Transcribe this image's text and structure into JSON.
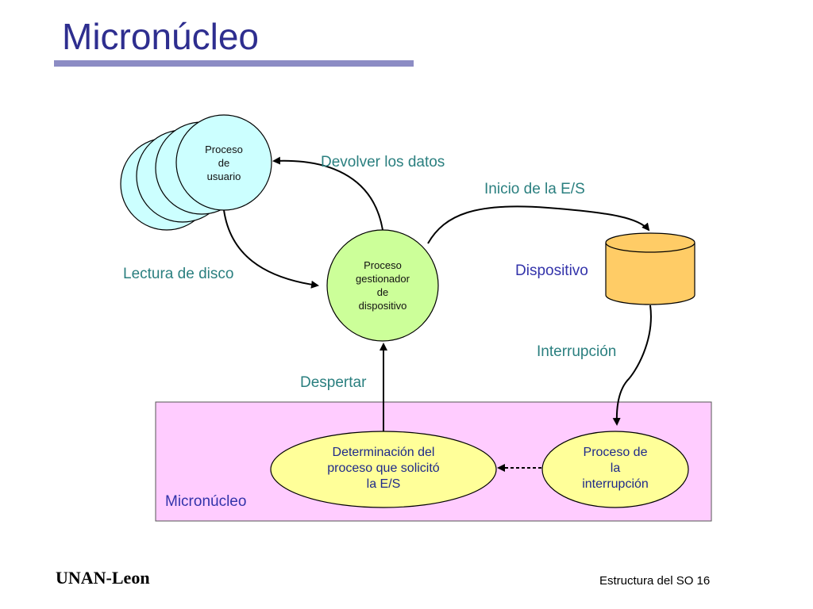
{
  "slide": {
    "title": "Micronúcleo",
    "footer_left": "UNAN-Leon",
    "footer_right": "Estructura del SO 16"
  },
  "nodes": {
    "user_process": [
      "Proceso",
      "de",
      "usuario"
    ],
    "device_manager": [
      "Proceso",
      "gestionador",
      "de",
      "dispositivo"
    ],
    "determine_process": [
      "Determinación del",
      "proceso que solicitó",
      "la E/S"
    ],
    "interrupt_process": [
      "Proceso de",
      "la",
      "interrupción"
    ],
    "device_label": "Dispositivo"
  },
  "edges": {
    "return_data": "Devolver los datos",
    "io_start": "Inicio de la E/S",
    "disk_read": "Lectura de disco",
    "interrupt": "Interrupción",
    "wake_up": "Despertar"
  },
  "region": {
    "label": "Micronúcleo"
  },
  "colors": {
    "title": "#2e2e8f",
    "title_rule": "#8c8cc4",
    "user_process_fill": "#ccffff",
    "device_manager_fill": "#ccff99",
    "device_fill": "#ffcc66",
    "microkernel_fill": "#ffccff",
    "ellipse_fill": "#ffff99",
    "label_teal": "#2a7f7f",
    "label_blue": "#3333aa"
  }
}
